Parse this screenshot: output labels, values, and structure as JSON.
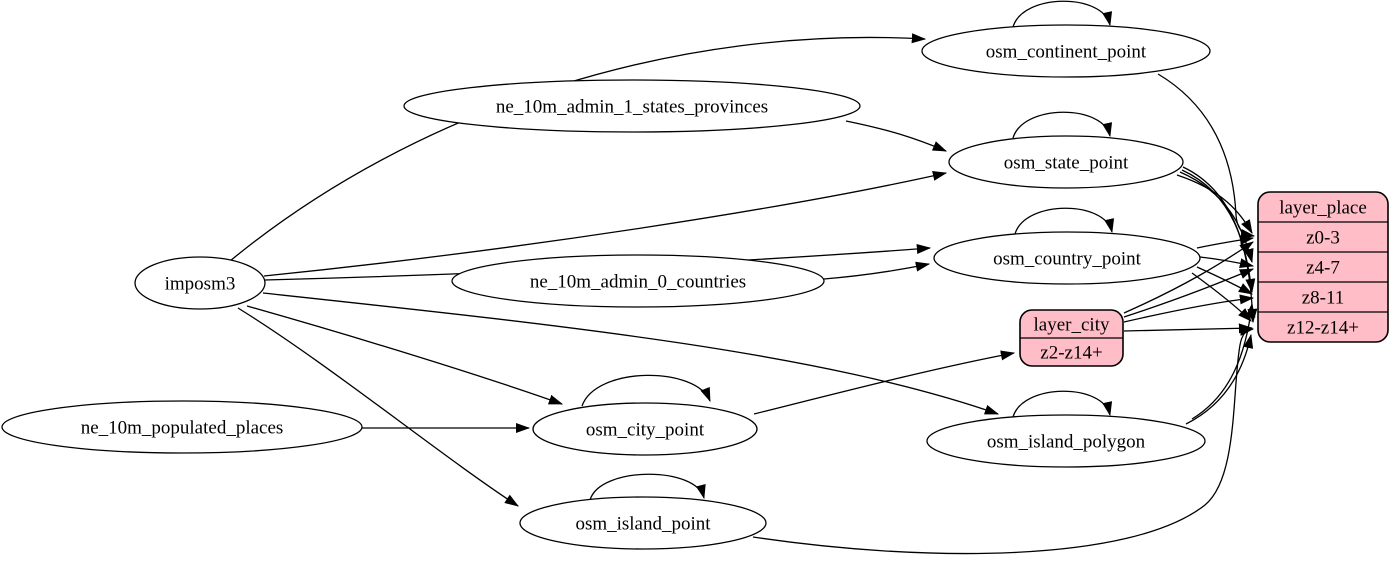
{
  "diagram": {
    "background": "#ffffff",
    "stroke_color": "#000000",
    "ellipse_fill": "#ffffff",
    "record_fill": "#ffbdc7",
    "nodes": [
      {
        "id": "imposm3",
        "shape": "ellipse",
        "label": "imposm3"
      },
      {
        "id": "ne_10m_admin_1_states_provinces",
        "shape": "ellipse",
        "label": "ne_10m_admin_1_states_provinces"
      },
      {
        "id": "ne_10m_admin_0_countries",
        "shape": "ellipse",
        "label": "ne_10m_admin_0_countries"
      },
      {
        "id": "ne_10m_populated_places",
        "shape": "ellipse",
        "label": "ne_10m_populated_places"
      },
      {
        "id": "osm_continent_point",
        "shape": "ellipse",
        "label": "osm_continent_point"
      },
      {
        "id": "osm_state_point",
        "shape": "ellipse",
        "label": "osm_state_point"
      },
      {
        "id": "osm_country_point",
        "shape": "ellipse",
        "label": "osm_country_point"
      },
      {
        "id": "osm_city_point",
        "shape": "ellipse",
        "label": "osm_city_point"
      },
      {
        "id": "osm_island_polygon",
        "shape": "ellipse",
        "label": "osm_island_polygon"
      },
      {
        "id": "osm_island_point",
        "shape": "ellipse",
        "label": "osm_island_point"
      },
      {
        "id": "layer_city",
        "shape": "record",
        "title": "layer_city",
        "rows": [
          "z2-z14+"
        ]
      },
      {
        "id": "layer_place",
        "shape": "record",
        "title": "layer_place",
        "rows": [
          "z0-3",
          "z4-7",
          "z8-11",
          "z12-z14+"
        ]
      }
    ],
    "edges": [
      {
        "from": "imposm3",
        "to": "osm_continent_point"
      },
      {
        "from": "imposm3",
        "to": "osm_state_point"
      },
      {
        "from": "imposm3",
        "to": "osm_country_point"
      },
      {
        "from": "imposm3",
        "to": "osm_city_point"
      },
      {
        "from": "imposm3",
        "to": "osm_island_polygon"
      },
      {
        "from": "imposm3",
        "to": "osm_island_point"
      },
      {
        "from": "ne_10m_admin_1_states_provinces",
        "to": "osm_state_point"
      },
      {
        "from": "ne_10m_admin_0_countries",
        "to": "osm_country_point"
      },
      {
        "from": "ne_10m_populated_places",
        "to": "osm_city_point"
      },
      {
        "from": "osm_continent_point",
        "to": "osm_continent_point"
      },
      {
        "from": "osm_state_point",
        "to": "osm_state_point"
      },
      {
        "from": "osm_country_point",
        "to": "osm_country_point"
      },
      {
        "from": "osm_city_point",
        "to": "osm_city_point"
      },
      {
        "from": "osm_island_polygon",
        "to": "osm_island_polygon"
      },
      {
        "from": "osm_island_point",
        "to": "osm_island_point"
      },
      {
        "from": "osm_continent_point",
        "to": "layer_place",
        "to_port": "z0-3"
      },
      {
        "from": "osm_state_point",
        "to": "layer_place",
        "to_port": "z0-3"
      },
      {
        "from": "osm_state_point",
        "to": "layer_place",
        "to_port": "z4-7"
      },
      {
        "from": "osm_state_point",
        "to": "layer_place",
        "to_port": "z8-11"
      },
      {
        "from": "osm_state_point",
        "to": "layer_place",
        "to_port": "z12-z14+"
      },
      {
        "from": "osm_country_point",
        "to": "layer_place",
        "to_port": "z0-3"
      },
      {
        "from": "osm_country_point",
        "to": "layer_place",
        "to_port": "z4-7"
      },
      {
        "from": "osm_country_point",
        "to": "layer_place",
        "to_port": "z8-11"
      },
      {
        "from": "osm_country_point",
        "to": "layer_place",
        "to_port": "z12-z14+"
      },
      {
        "from": "osm_city_point",
        "to": "layer_city",
        "to_port": "z2-z14+"
      },
      {
        "from": "layer_city",
        "to": "layer_place",
        "to_port": "z0-3"
      },
      {
        "from": "layer_city",
        "to": "layer_place",
        "to_port": "z4-7"
      },
      {
        "from": "layer_city",
        "to": "layer_place",
        "to_port": "z8-11"
      },
      {
        "from": "layer_city",
        "to": "layer_place",
        "to_port": "z12-z14+"
      },
      {
        "from": "osm_island_polygon",
        "to": "layer_place",
        "to_port": "z8-11"
      },
      {
        "from": "osm_island_polygon",
        "to": "layer_place",
        "to_port": "z12-z14+"
      },
      {
        "from": "osm_island_point",
        "to": "layer_place",
        "to_port": "z12-z14+"
      }
    ]
  }
}
